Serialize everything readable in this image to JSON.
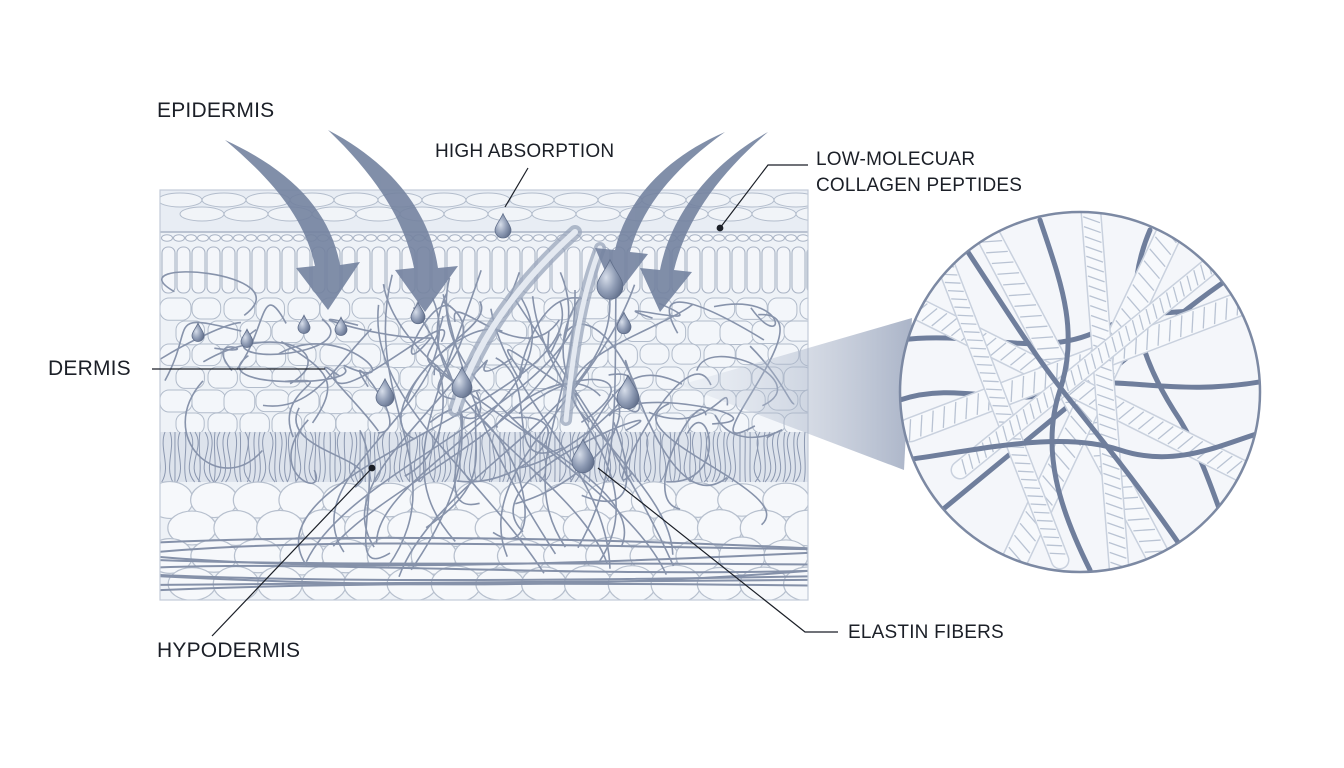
{
  "labels": {
    "epidermis": "EPIDERMIS",
    "high_absorption": "HIGH ABSORPTION",
    "low_molecular_line1": "LOW-MOLECUAR",
    "low_molecular_line2": "COLLAGEN PEPTIDES",
    "dermis": "DERMIS",
    "hypodermis": "HYPODERMIS",
    "elastin_fibers": "ELASTIN FIBERS"
  },
  "colors": {
    "background": "#ffffff",
    "skin_fill": "#eef2f7",
    "cell_line": "#aab4c5",
    "fiber": "#8592ab",
    "arrow": "#7483a0",
    "droplet": "#7f8ca6",
    "collagen_rope": "#f4f6fa",
    "zoom_cone": "#b8c2d4",
    "leader": "#1b1f27"
  },
  "icons": {
    "absorption_arrows": "curved-arrow-icon",
    "droplets": "droplet-icon",
    "magnifier": "zoom-circle-icon"
  }
}
